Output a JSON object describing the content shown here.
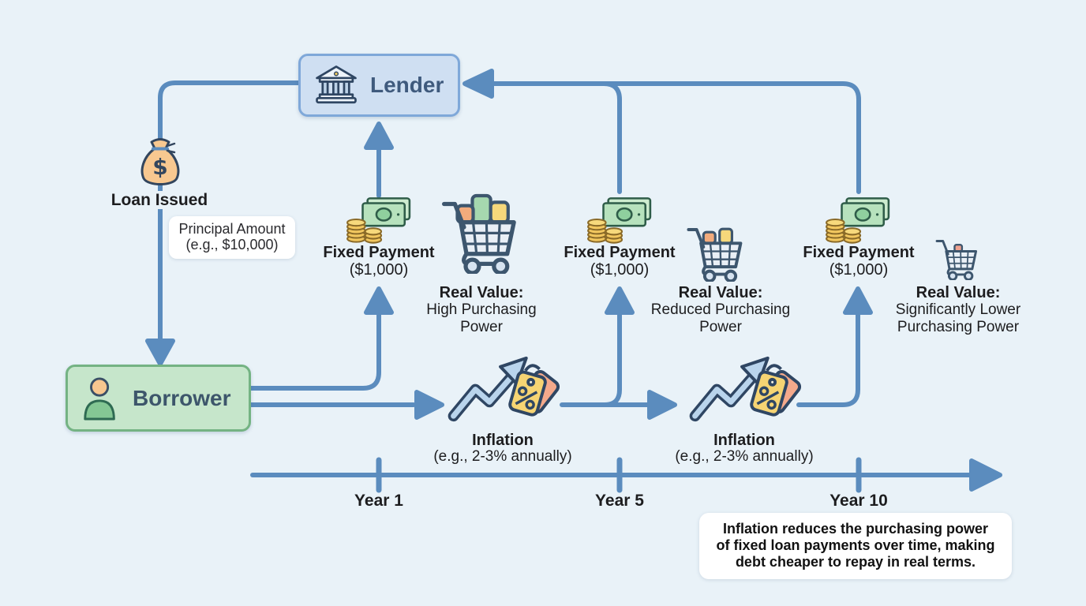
{
  "diagram": {
    "lender": {
      "label": "Lender"
    },
    "borrower": {
      "label": "Borrower"
    },
    "loan": {
      "label": "Loan Issued",
      "principal_lines": [
        "Principal Amount",
        "(e.g., $10,000)"
      ]
    },
    "columns": [
      {
        "payment_label": "Fixed Payment",
        "payment_amount": "($1,000)",
        "real_value": {
          "title": "Real Value:",
          "lines": [
            "High Purchasing",
            "Power"
          ]
        },
        "year_label": "Year 1"
      },
      {
        "payment_label": "Fixed Payment",
        "payment_amount": "($1,000)",
        "real_value": {
          "title": "Real Value:",
          "lines": [
            "Reduced Purchasing",
            "Power"
          ]
        },
        "year_label": "Year 5"
      },
      {
        "payment_label": "Fixed Payment",
        "payment_amount": "($1,000)",
        "real_value": {
          "title": "Real Value:",
          "lines": [
            "Significantly Lower",
            "Purchasing Power"
          ]
        },
        "year_label": "Year 10"
      }
    ],
    "inflation": [
      {
        "title": "Inflation",
        "subtitle": "(e.g., 2-3% annually)"
      },
      {
        "title": "Inflation",
        "subtitle": "(e.g., 2-3% annually)"
      }
    ],
    "note": {
      "lines": [
        "Inflation reduces the purchasing power",
        "of fixed loan payments over time, making",
        "debt cheaper to repay in real terms."
      ]
    }
  },
  "colors": {
    "bg": "#e9f2f8",
    "line": "#5b8cbe",
    "ink": "#1d1d1f",
    "lender-fill": "#cfdff2",
    "lender-border": "#7fa8d9",
    "lender-text": "#3f5a7d",
    "borrower-fill": "#c6e6cb",
    "borrower-border": "#74b383",
    "borrower-text": "#3d566b",
    "note-bg": "#ffffff",
    "outline": "#2f4663"
  }
}
